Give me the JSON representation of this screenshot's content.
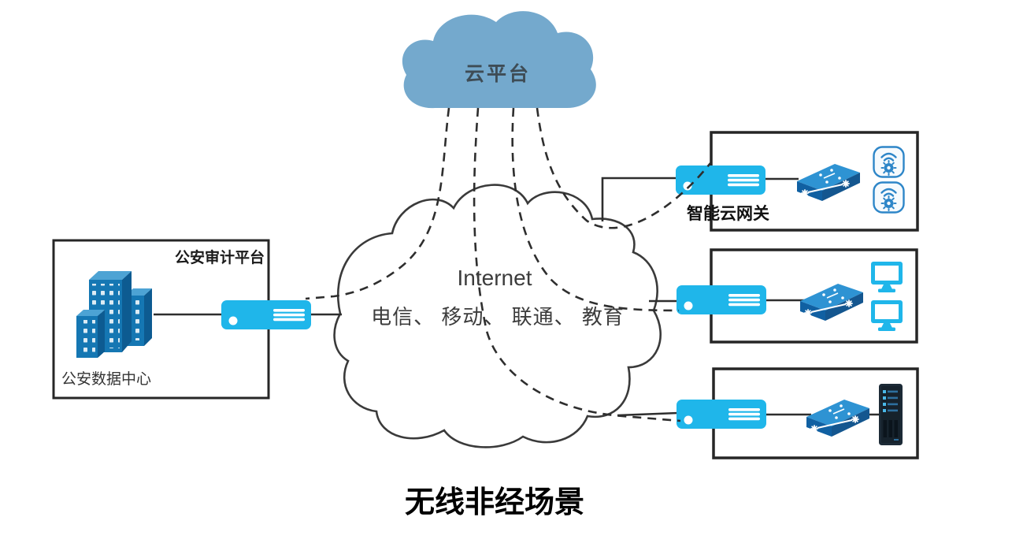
{
  "title": "无线非经场景",
  "cloud_platform": {
    "label": "云平台"
  },
  "internet_cloud": {
    "label": "Internet",
    "carriers": "电信、 移动、 联通、 教育"
  },
  "audit_platform": {
    "box_label": "公安审计平台",
    "datacenter_label": "公安数据中心"
  },
  "branches": [
    {
      "id": "wireless-ap-site",
      "label": "智能云网关",
      "devices": [
        "cloud-gateway",
        "switch",
        "wireless-ap",
        "wireless-ap"
      ]
    },
    {
      "id": "desktop-site",
      "devices": [
        "cloud-gateway",
        "switch",
        "desktop-pc",
        "desktop-pc"
      ]
    },
    {
      "id": "server-site",
      "devices": [
        "cloud-gateway",
        "switch",
        "server"
      ]
    }
  ],
  "links": {
    "dashed_tunnel_count": 4,
    "left_site_devices": [
      "datacenter-building",
      "cloud-gateway"
    ]
  },
  "icons": {
    "cloud-platform-icon": "filled blue cloud",
    "internet-cloud-icon": "outlined white cloud",
    "cloud-gateway-icon": "cyan appliance with status dot and vent bars",
    "switch-icon": "blue 3d network switch",
    "wireless-ap-icon": "rounded square with wifi arcs and gear",
    "desktop-pc-icon": "cyan monitor",
    "server-icon": "dark rack tower",
    "datacenter-building-icon": "blue office towers"
  },
  "colors": {
    "gateway": "#1FB6EA",
    "cloud_platform": "#74A9CD",
    "building_front": "#1577B3",
    "building_top": "#4DA3D4",
    "building_side": "#0D5B91",
    "switch_top": "#2E93D3",
    "switch_front": "#14568F",
    "line": "#2E2E2E",
    "accent_outline": "#2E86C8",
    "server_body": "#1C2A36"
  }
}
